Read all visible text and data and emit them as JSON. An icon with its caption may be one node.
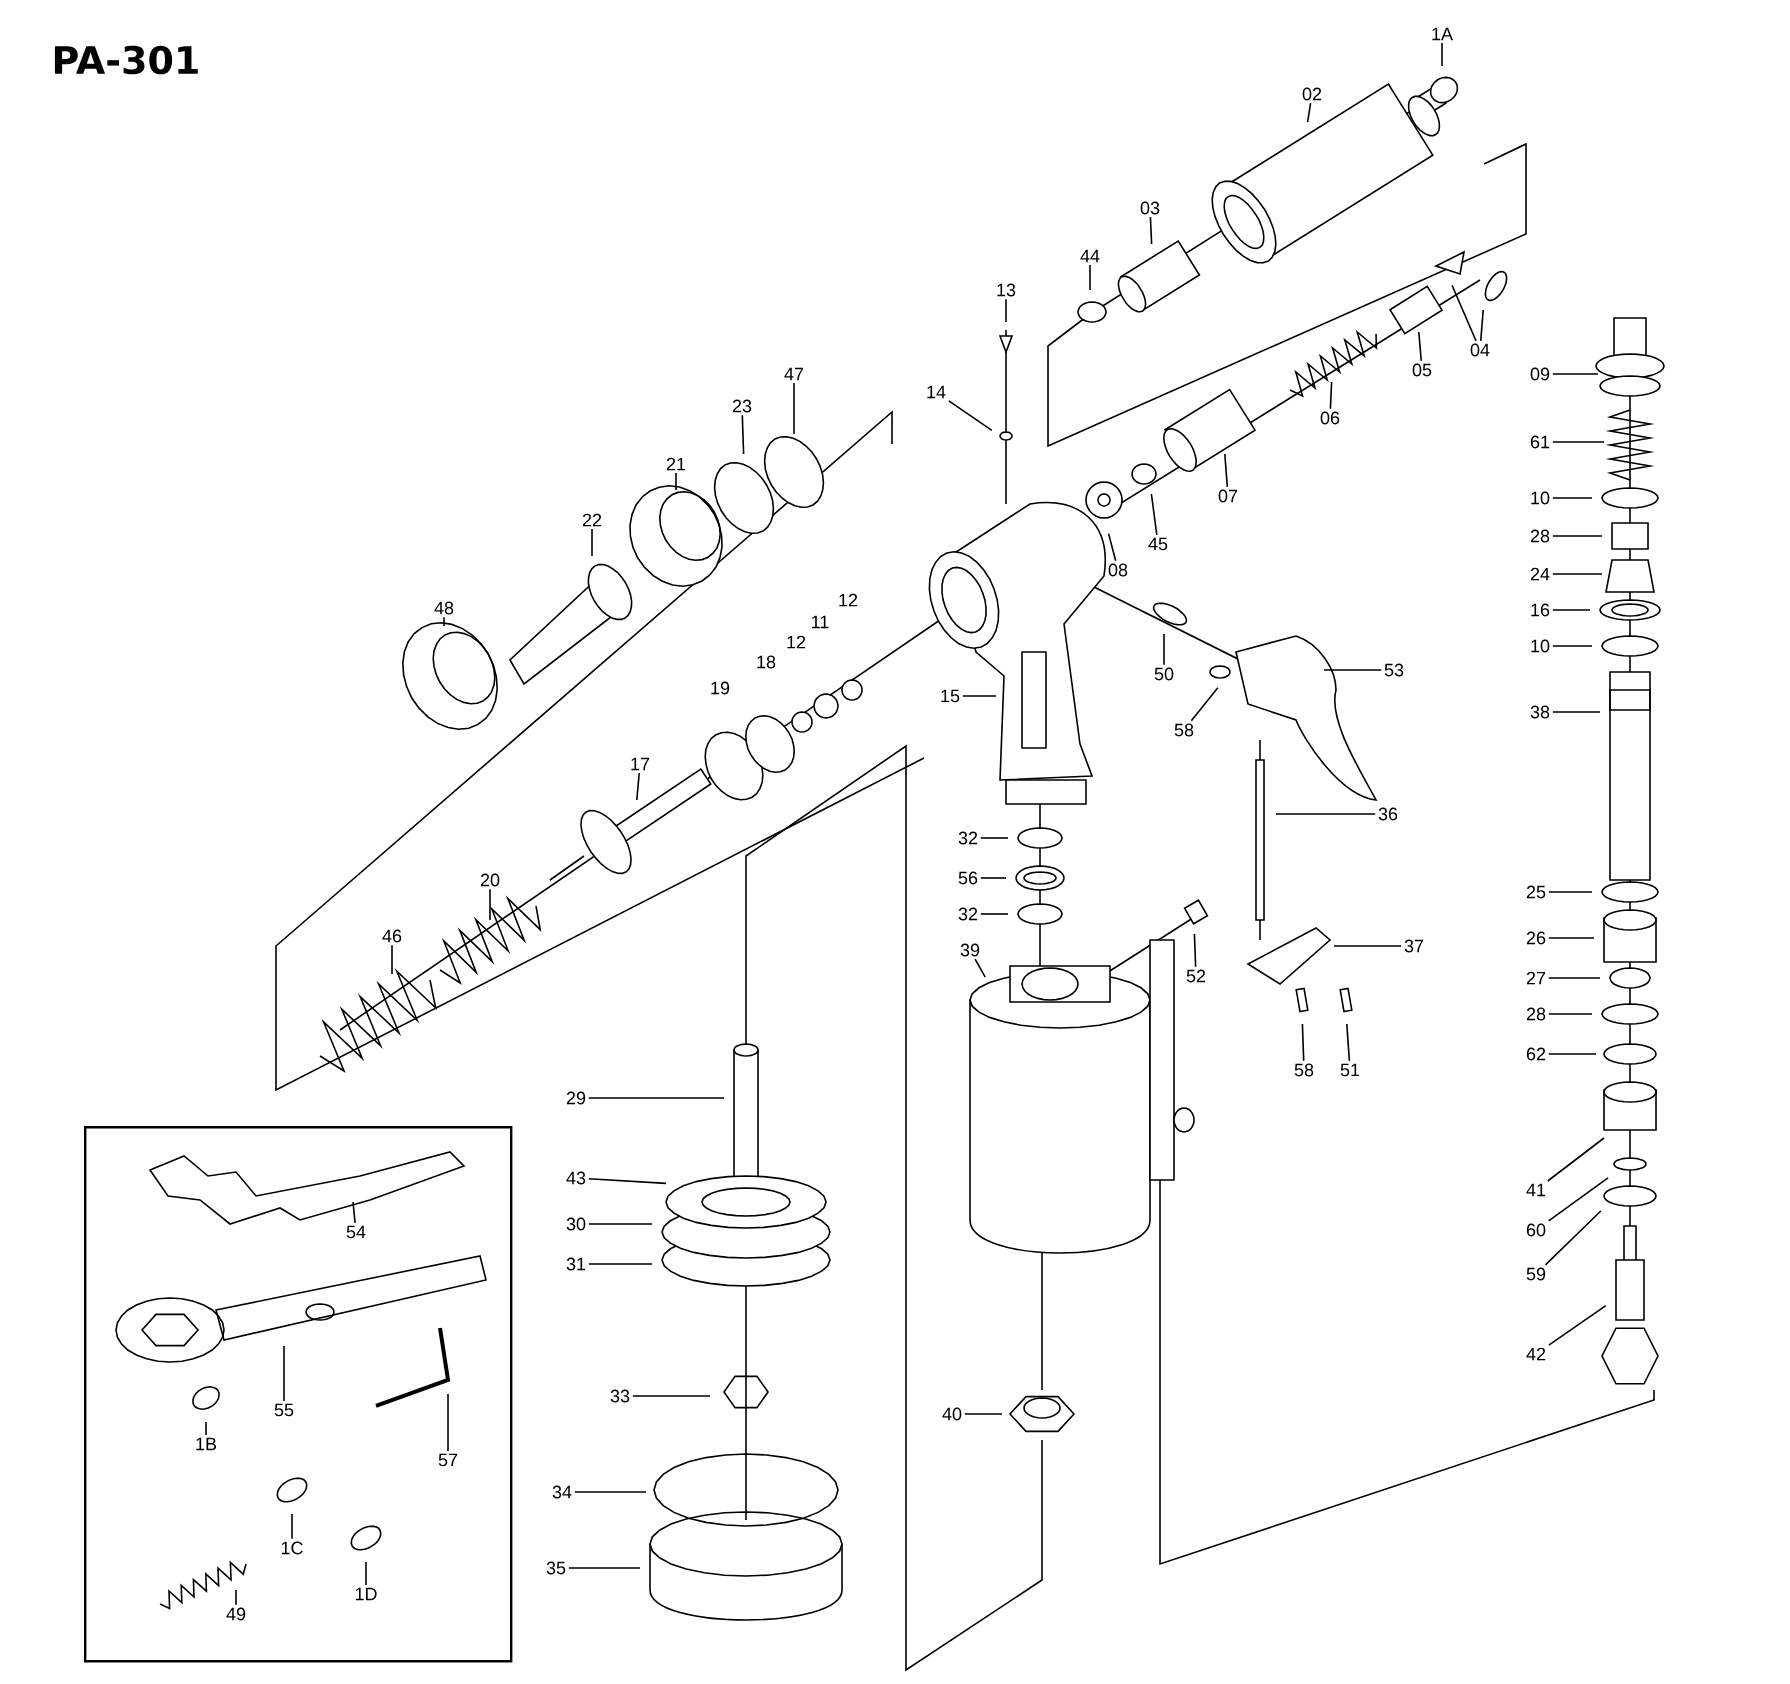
{
  "diagram": {
    "title": "PA-301",
    "nodes": [
      {
        "text": [],
        "shape": "box"
      },
      {
        "text": [
          "1A"
        ]
      },
      {
        "text": [
          "02"
        ]
      },
      {
        "text": [
          "03"
        ]
      },
      {
        "text": [
          "44"
        ]
      },
      {
        "text": [
          "13"
        ]
      },
      {
        "text": [
          "14"
        ]
      },
      {
        "text": [
          "04"
        ]
      },
      {
        "text": [
          "05"
        ]
      },
      {
        "text": [
          "06"
        ]
      },
      {
        "text": [
          "07"
        ]
      },
      {
        "text": [
          "08"
        ]
      },
      {
        "text": [
          "45"
        ]
      },
      {
        "text": [
          "47"
        ]
      },
      {
        "text": [
          "23"
        ]
      },
      {
        "text": [
          "21"
        ]
      },
      {
        "text": [
          "22"
        ]
      },
      {
        "text": [
          "48"
        ]
      },
      {
        "text": [
          "17"
        ]
      },
      {
        "text": [
          "20"
        ]
      },
      {
        "text": [
          "46"
        ]
      },
      {
        "text": [
          "15"
        ]
      },
      {
        "text": [
          "50"
        ]
      },
      {
        "text": [
          "58"
        ]
      },
      {
        "text": [
          "53"
        ]
      },
      {
        "text": [
          "36"
        ]
      },
      {
        "text": [
          "09"
        ]
      },
      {
        "text": [
          "61"
        ]
      },
      {
        "text": [
          "10"
        ]
      },
      {
        "text": [
          "28"
        ]
      },
      {
        "text": [
          "24"
        ]
      },
      {
        "text": [
          "16"
        ]
      },
      {
        "text": [
          "10"
        ]
      },
      {
        "text": [
          "38"
        ]
      },
      {
        "text": [
          "32"
        ]
      },
      {
        "text": [
          "56"
        ]
      },
      {
        "text": [
          "32"
        ]
      },
      {
        "text": [
          "39"
        ]
      },
      {
        "text": [
          "52"
        ]
      },
      {
        "text": [
          "37"
        ]
      },
      {
        "text": [
          "58"
        ]
      },
      {
        "text": [
          "51"
        ]
      },
      {
        "text": [
          "25"
        ]
      },
      {
        "text": [
          "26"
        ]
      },
      {
        "text": [
          "27"
        ]
      },
      {
        "text": [
          "28"
        ]
      },
      {
        "text": [
          "62"
        ]
      },
      {
        "text": [
          "41"
        ]
      },
      {
        "text": [
          "60"
        ]
      },
      {
        "text": [
          "59"
        ]
      },
      {
        "text": [
          "42"
        ]
      },
      {
        "text": [
          "29"
        ]
      },
      {
        "text": [
          "43"
        ]
      },
      {
        "text": [
          "30"
        ]
      },
      {
        "text": [
          "31"
        ]
      },
      {
        "text": [
          "33"
        ]
      },
      {
        "text": [
          "34"
        ]
      },
      {
        "text": [
          "35"
        ]
      },
      {
        "text": [
          "40"
        ]
      },
      {
        "text": [
          "54"
        ],
        "in": 0
      },
      {
        "text": [
          "55"
        ],
        "in": 0
      },
      {
        "text": [
          "57"
        ],
        "in": 0
      },
      {
        "text": [
          "1B"
        ],
        "in": 0
      },
      {
        "text": [
          "1C"
        ],
        "in": 0
      },
      {
        "text": [
          "1D"
        ],
        "in": 0
      },
      {
        "text": [
          "49"
        ],
        "in": 0
      }
    ],
    "edges": [
      {
        "from": 1,
        "to": null,
        "arrow": "none"
      },
      {
        "from": 2,
        "to": null,
        "arrow": "none"
      },
      {
        "from": 3,
        "to": null,
        "arrow": "none"
      },
      {
        "from": 4,
        "to": null,
        "arrow": "none"
      },
      {
        "from": 5,
        "to": null,
        "arrow": "none"
      },
      {
        "from": 6,
        "to": null,
        "arrow": "none"
      },
      {
        "from": 7,
        "to": null,
        "arrow": "none"
      },
      {
        "from": 7,
        "to": null,
        "arrow": "none"
      },
      {
        "from": 8,
        "to": null,
        "arrow": "none"
      },
      {
        "from": 9,
        "to": null,
        "arrow": "none"
      },
      {
        "from": 10,
        "to": null,
        "arrow": "none"
      },
      {
        "from": 11,
        "to": null,
        "arrow": "none"
      },
      {
        "from": 12,
        "to": null,
        "arrow": "none"
      },
      {
        "from": 13,
        "to": null,
        "arrow": "none"
      },
      {
        "from": 14,
        "to": null,
        "arrow": "none"
      },
      {
        "from": 15,
        "to": null,
        "arrow": "none"
      },
      {
        "from": 16,
        "to": null,
        "arrow": "none"
      },
      {
        "from": 17,
        "to": null,
        "arrow": "none"
      },
      {
        "from": 18,
        "to": null,
        "arrow": "none"
      },
      {
        "from": 19,
        "to": null,
        "arrow": "none"
      },
      {
        "from": 20,
        "to": null,
        "arrow": "none"
      },
      {
        "from": 21,
        "to": null,
        "arrow": "none"
      },
      {
        "from": 22,
        "to": null,
        "arrow": "none"
      },
      {
        "from": 23,
        "to": null,
        "arrow": "none"
      },
      {
        "from": 24,
        "to": null,
        "arrow": "none"
      },
      {
        "from": 25,
        "to": null,
        "arrow": "none"
      },
      {
        "from": 26,
        "to": null,
        "arrow": "none"
      },
      {
        "from": 27,
        "to": null,
        "arrow": "none"
      },
      {
        "from": 28,
        "to": null,
        "arrow": "none"
      },
      {
        "from": 29,
        "to": null,
        "arrow": "none"
      },
      {
        "from": 30,
        "to": null,
        "arrow": "none"
      },
      {
        "from": 31,
        "to": null,
        "arrow": "none"
      },
      {
        "from": 32,
        "to": null,
        "arrow": "none"
      },
      {
        "from": 33,
        "to": null,
        "arrow": "none"
      },
      {
        "from": 34,
        "to": null,
        "arrow": "none"
      },
      {
        "from": 35,
        "to": null,
        "arrow": "none"
      },
      {
        "from": 36,
        "to": null,
        "arrow": "none"
      },
      {
        "from": 37,
        "to": null,
        "arrow": "none"
      },
      {
        "from": 38,
        "to": null,
        "arrow": "none"
      },
      {
        "from": 39,
        "to": null,
        "arrow": "none"
      },
      {
        "from": 40,
        "to": null,
        "arrow": "none"
      },
      {
        "from": 41,
        "to": null,
        "arrow": "none"
      },
      {
        "from": 42,
        "to": null,
        "arrow": "none"
      },
      {
        "from": 43,
        "to": null,
        "arrow": "none"
      },
      {
        "from": 44,
        "to": null,
        "arrow": "none"
      },
      {
        "from": 45,
        "to": null,
        "arrow": "none"
      },
      {
        "from": 46,
        "to": null,
        "arrow": "none"
      },
      {
        "from": 47,
        "to": null,
        "arrow": "none"
      },
      {
        "from": 48,
        "to": null,
        "arrow": "none"
      },
      {
        "from": 49,
        "to": null,
        "arrow": "none"
      },
      {
        "from": 50,
        "to": null,
        "arrow": "none"
      },
      {
        "from": 51,
        "to": null,
        "arrow": "none"
      },
      {
        "from": 52,
        "to": null,
        "arrow": "none"
      },
      {
        "from": 53,
        "to": null,
        "arrow": "none"
      },
      {
        "from": 54,
        "to": null,
        "arrow": "none"
      },
      {
        "from": 55,
        "to": null,
        "arrow": "none"
      },
      {
        "from": 56,
        "to": null,
        "arrow": "none"
      },
      {
        "from": 57,
        "to": null,
        "arrow": "none"
      },
      {
        "from": 58,
        "to": null,
        "arrow": "none"
      },
      {
        "from": 59,
        "to": null,
        "arrow": "none"
      },
      {
        "from": 60,
        "to": null,
        "arrow": "none"
      },
      {
        "from": 61,
        "to": null,
        "arrow": "none"
      },
      {
        "from": 62,
        "to": null,
        "arrow": "none"
      },
      {
        "from": 63,
        "to": null,
        "arrow": "none"
      },
      {
        "from": 64,
        "to": null,
        "arrow": "none"
      },
      {
        "from": 65,
        "to": null,
        "arrow": "none"
      }
    ],
    "labels": [
      "12",
      "11",
      "12",
      "18",
      "19"
    ]
  }
}
